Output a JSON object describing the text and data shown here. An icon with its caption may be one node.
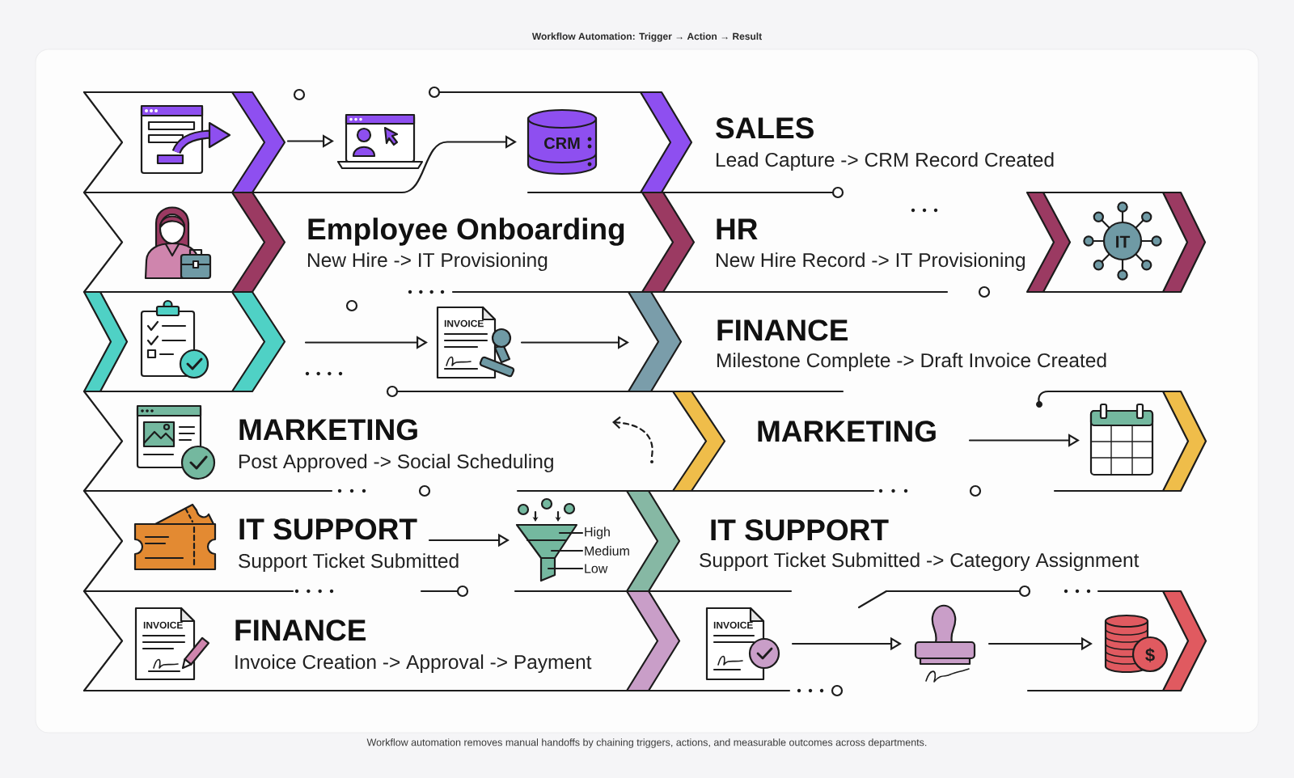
{
  "diagram": {
    "title": "Workflow Automation: Trigger → Action → Result",
    "caption": "Workflow automation removes manual handoffs by chaining triggers, actions, and measurable outcomes across departments.",
    "nodes": [
      {
        "text": [
          "SALES",
          "Lead Capture -> CRM Record Created"
        ]
      },
      {
        "text": [],
        "shape": "picture",
        "in": 0
      },
      {
        "text": [
          "CRM"
        ],
        "in": 0
      },
      {
        "text": [
          "Employee Onboarding",
          "New Hire -> IT Provisioning",
          "HR",
          "New Hire Record -> IT Provisioning"
        ]
      },
      {
        "text": [
          "IT"
        ],
        "in": 3
      },
      {
        "text": [
          "FINANCE",
          "Milestone Complete -> Draft Invoice Created"
        ]
      },
      {
        "text": [
          "INVOICE"
        ],
        "in": 5
      },
      {
        "text": [
          "MARKETING",
          "Post Approved -> Social Scheduling",
          "MARKETING"
        ]
      },
      {
        "text": [],
        "shape": "picture",
        "in": 7
      },
      {
        "text": [
          "IT SUPPORT",
          "Support Ticket Submitted",
          "IT SUPPORT",
          "Support Ticket Submitted -> Category Assignment"
        ]
      },
      {
        "text": [],
        "shape": "picture",
        "in": 9
      },
      {
        "text": [
          "High"
        ],
        "in": 9
      },
      {
        "text": [
          "Medium"
        ],
        "in": 9
      },
      {
        "text": [
          "Low"
        ],
        "in": 9
      },
      {
        "text": [
          "FINANCE",
          "Invoice Creation -> Approval -> Payment"
        ]
      },
      {
        "text": [
          "INVOICE"
        ],
        "in": 14
      },
      {
        "text": [
          "INVOICE"
        ],
        "in": 14
      },
      {
        "text": [],
        "shape": "picture",
        "in": 14
      },
      {
        "text": [
          "$"
        ],
        "in": 14
      }
    ],
    "edges": [
      {
        "from": null,
        "to": 1,
        "arrow": "to"
      },
      {
        "from": null,
        "to": 2,
        "arrow": "to"
      },
      {
        "from": null,
        "to": 6,
        "arrow": "to"
      },
      {
        "from": 6,
        "to": null,
        "arrow": "to"
      },
      {
        "from": null,
        "to": 8,
        "arrow": "to"
      },
      {
        "from": null,
        "to": 10,
        "arrow": "to"
      },
      {
        "from": 11,
        "to": 10,
        "arrow": "none"
      },
      {
        "from": 12,
        "to": 10,
        "arrow": "none"
      },
      {
        "from": 13,
        "to": 10,
        "arrow": "none"
      },
      {
        "from": 16,
        "to": 17,
        "arrow": "to"
      },
      {
        "from": 17,
        "to": 18,
        "arrow": "to"
      }
    ]
  }
}
